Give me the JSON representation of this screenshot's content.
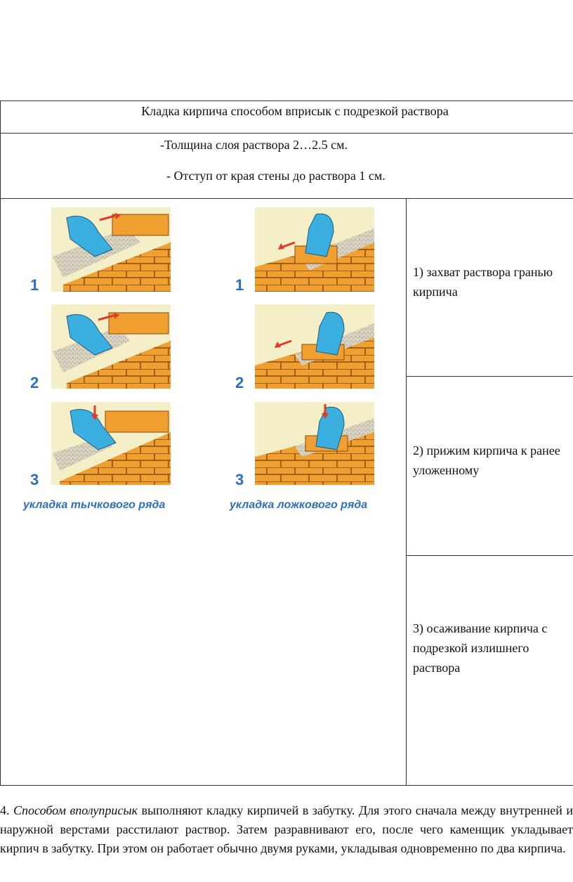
{
  "table": {
    "title": "Кладка кирпича способом вприсык с подрезкой раствора",
    "thickness": "-Толщина слоя раствора 2…2.5 см.",
    "offset": "- Отступ от края стены до раствора 1 см.",
    "steps": [
      "1) захват раствора гранью кирпича",
      "2) прижим кирпича к ранее уложенному",
      "3) осаживание кирпича с подрезкой излишнего раствора"
    ]
  },
  "illustration": {
    "left_caption": "укладка тычкового ряда",
    "right_caption": "укладка ложкового ряда",
    "numbers": [
      "1",
      "2",
      "3"
    ]
  },
  "paragraph": {
    "number": "4.",
    "italic": "Способом вполуприсык",
    "text": " выполняют кладку кирпичей в забутку. Для этого сначала между внутренней и наружной верстами расстилают раствор. Затем разравнивают его, после чего каменщик укладывает кирпич в забутку. При этом он работает обычно двумя руками, укладывая одновременно по два кирпича."
  },
  "colors": {
    "brick": "#f0a030",
    "glove": "#3bb0e0",
    "label": "#2c6fbf",
    "arrow": "#e03a2a",
    "panel_bg": "#f5efc8"
  }
}
